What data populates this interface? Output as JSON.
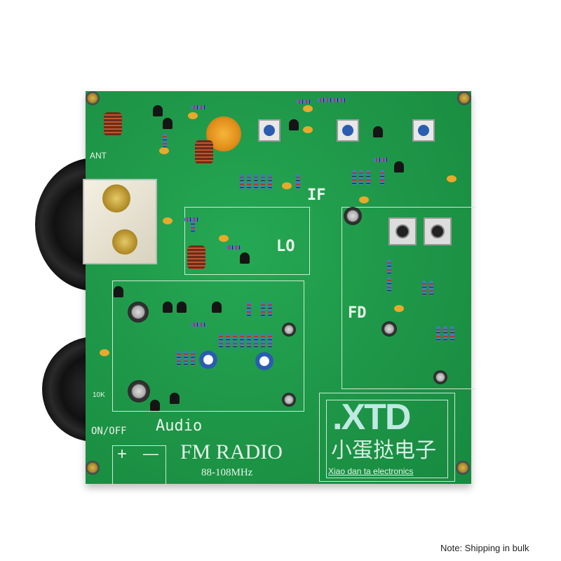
{
  "board": {
    "labels": {
      "ant": "ANT",
      "if": "IF",
      "lo": "LO",
      "fd": "FD",
      "audio": "Audio",
      "title": "FM RADIO",
      "band": "88-108MHz",
      "switch": "ON/OFF",
      "plus": "+",
      "minus": "—",
      "volume": "10K"
    },
    "logo": {
      "mark": ".XTD",
      "chinese": "小蛋挞电子",
      "english": "Xiao dan ta electronics"
    },
    "colors": {
      "pcb": "#1f9a4a",
      "silkscreen": "#e8f5ea",
      "logo": "#bfe9e2"
    }
  },
  "note": "Note: Shipping in bulk"
}
